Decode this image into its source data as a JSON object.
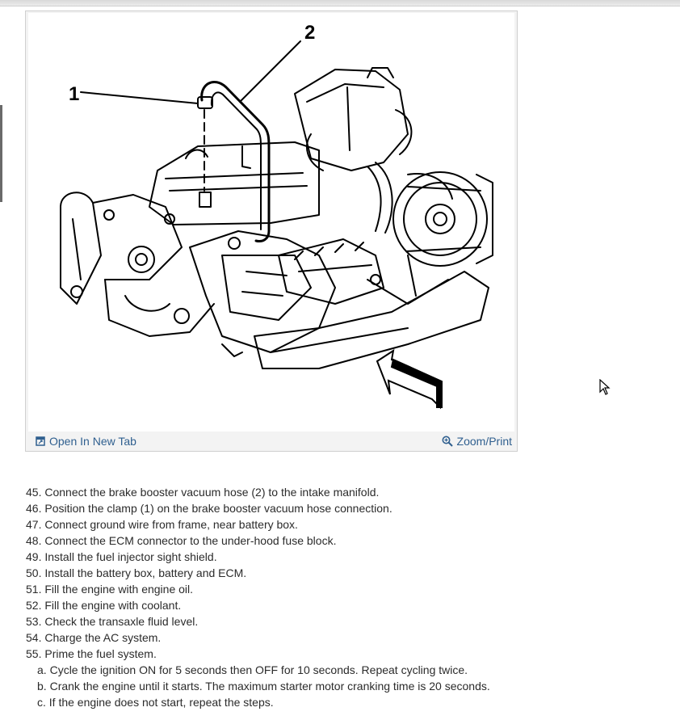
{
  "figure": {
    "callout_1": "1",
    "callout_2": "2"
  },
  "links": {
    "open_new_tab": "Open In New Tab",
    "zoom_print": "Zoom/Print"
  },
  "steps": [
    {
      "num": "45.",
      "text": "Connect the brake booster vacuum hose (2) to the intake manifold."
    },
    {
      "num": "46.",
      "text": "Position the clamp (1) on the brake booster vacuum hose connection."
    },
    {
      "num": "47.",
      "text": "Connect ground wire from frame, near battery box."
    },
    {
      "num": "48.",
      "text": "Connect the ECM connector to the under-hood fuse block."
    },
    {
      "num": "49.",
      "text": "Install the fuel injector sight shield."
    },
    {
      "num": "50.",
      "text": "Install the battery box, battery and ECM."
    },
    {
      "num": "51.",
      "text": "Fill the engine with engine oil."
    },
    {
      "num": "52.",
      "text": "Fill the engine with coolant."
    },
    {
      "num": "53.",
      "text": "Check the transaxle fluid level."
    },
    {
      "num": "54.",
      "text": "Charge the AC system."
    },
    {
      "num": "55.",
      "text": "Prime the fuel system."
    }
  ],
  "substeps": [
    {
      "letter": "a.",
      "text": "Cycle the ignition ON for 5 seconds then OFF for 10 seconds. Repeat cycling twice."
    },
    {
      "letter": "b.",
      "text": "Crank the engine until it starts. The maximum starter motor cranking time is 20 seconds."
    },
    {
      "letter": "c.",
      "text": "If the engine does not start, repeat the steps."
    }
  ],
  "icons": {
    "open_tab": "open-new-tab-icon",
    "zoom": "zoom-magnifier-icon",
    "cursor": "mouse-pointer-icon"
  },
  "colors": {
    "link": "#2f5f8f",
    "text": "#2b2b2b",
    "line_art": "#000000"
  }
}
